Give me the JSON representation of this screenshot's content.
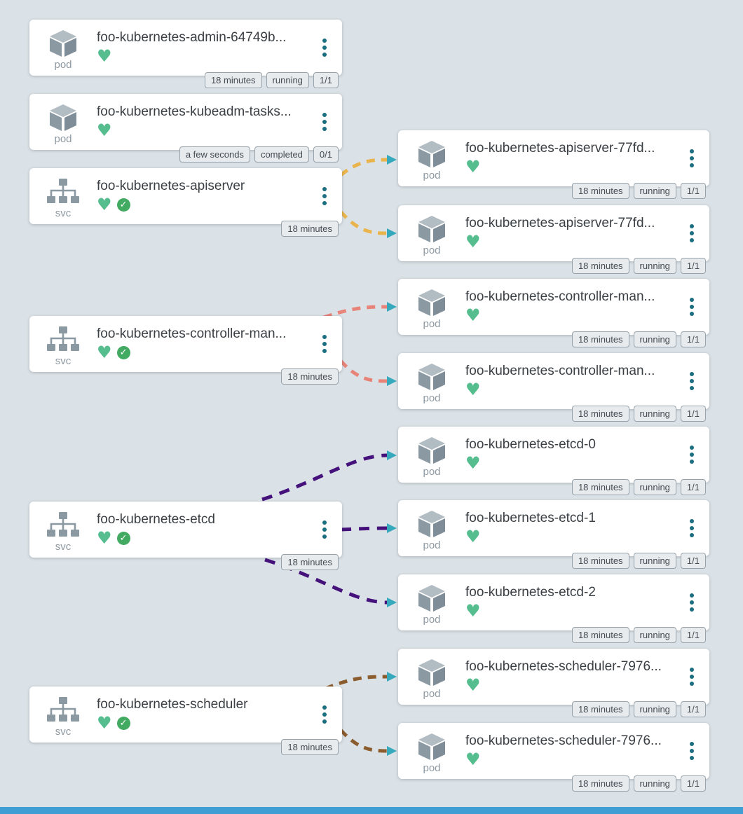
{
  "app": {
    "name": "kubernetes-resource-graph"
  },
  "colors": {
    "background": "#dbe2e7",
    "card": "#ffffff",
    "heart": "#56bd8f",
    "check": "#43aa62",
    "kebab": "#1a6e80",
    "arrow": "#36a9bc",
    "edge_apiserver": "#e9b44c",
    "edge_controller": "#e8837a",
    "edge_etcd": "#45127c",
    "edge_scheduler": "#8a5c2e",
    "bottom_bar": "#3f9fd4"
  },
  "kind_labels": {
    "pod": "pod",
    "svc": "svc"
  },
  "nodes": [
    {
      "id": "admin-pod",
      "kind": "pod",
      "title": "foo-kubernetes-admin-64749b...",
      "health": [
        "heart"
      ],
      "badges": [
        "18 minutes",
        "running",
        "1/1"
      ]
    },
    {
      "id": "kubeadm-pod",
      "kind": "pod",
      "title": "foo-kubernetes-kubeadm-tasks...",
      "health": [
        "heart"
      ],
      "badges": [
        "a few seconds",
        "completed",
        "0/1"
      ]
    },
    {
      "id": "apiserver-svc",
      "kind": "svc",
      "title": "foo-kubernetes-apiserver",
      "health": [
        "heart",
        "check"
      ],
      "badges": [
        "18 minutes"
      ]
    },
    {
      "id": "controller-svc",
      "kind": "svc",
      "title": "foo-kubernetes-controller-man...",
      "health": [
        "heart",
        "check"
      ],
      "badges": [
        "18 minutes"
      ]
    },
    {
      "id": "etcd-svc",
      "kind": "svc",
      "title": "foo-kubernetes-etcd",
      "health": [
        "heart",
        "check"
      ],
      "badges": [
        "18 minutes"
      ]
    },
    {
      "id": "scheduler-svc",
      "kind": "svc",
      "title": "foo-kubernetes-scheduler",
      "health": [
        "heart",
        "check"
      ],
      "badges": [
        "18 minutes"
      ]
    },
    {
      "id": "apiserver-pod-1",
      "kind": "pod",
      "title": "foo-kubernetes-apiserver-77fd...",
      "health": [
        "heart"
      ],
      "badges": [
        "18 minutes",
        "running",
        "1/1"
      ]
    },
    {
      "id": "apiserver-pod-2",
      "kind": "pod",
      "title": "foo-kubernetes-apiserver-77fd...",
      "health": [
        "heart"
      ],
      "badges": [
        "18 minutes",
        "running",
        "1/1"
      ]
    },
    {
      "id": "controller-pod-1",
      "kind": "pod",
      "title": "foo-kubernetes-controller-man...",
      "health": [
        "heart"
      ],
      "badges": [
        "18 minutes",
        "running",
        "1/1"
      ]
    },
    {
      "id": "controller-pod-2",
      "kind": "pod",
      "title": "foo-kubernetes-controller-man...",
      "health": [
        "heart"
      ],
      "badges": [
        "18 minutes",
        "running",
        "1/1"
      ]
    },
    {
      "id": "etcd-pod-0",
      "kind": "pod",
      "title": "foo-kubernetes-etcd-0",
      "health": [
        "heart"
      ],
      "badges": [
        "18 minutes",
        "running",
        "1/1"
      ]
    },
    {
      "id": "etcd-pod-1",
      "kind": "pod",
      "title": "foo-kubernetes-etcd-1",
      "health": [
        "heart"
      ],
      "badges": [
        "18 minutes",
        "running",
        "1/1"
      ]
    },
    {
      "id": "etcd-pod-2",
      "kind": "pod",
      "title": "foo-kubernetes-etcd-2",
      "health": [
        "heart"
      ],
      "badges": [
        "18 minutes",
        "running",
        "1/1"
      ]
    },
    {
      "id": "scheduler-pod-1",
      "kind": "pod",
      "title": "foo-kubernetes-scheduler-7976...",
      "health": [
        "heart"
      ],
      "badges": [
        "18 minutes",
        "running",
        "1/1"
      ]
    },
    {
      "id": "scheduler-pod-2",
      "kind": "pod",
      "title": "foo-kubernetes-scheduler-7976...",
      "health": [
        "heart"
      ],
      "badges": [
        "18 minutes",
        "running",
        "1/1"
      ]
    }
  ],
  "edges": [
    {
      "from": "apiserver-svc",
      "to": "apiserver-pod-1",
      "color": "#e9b44c"
    },
    {
      "from": "apiserver-svc",
      "to": "apiserver-pod-2",
      "color": "#e9b44c"
    },
    {
      "from": "controller-svc",
      "to": "controller-pod-1",
      "color": "#e8837a"
    },
    {
      "from": "controller-svc",
      "to": "controller-pod-2",
      "color": "#e8837a"
    },
    {
      "from": "etcd-svc",
      "to": "etcd-pod-0",
      "color": "#45127c"
    },
    {
      "from": "etcd-svc",
      "to": "etcd-pod-1",
      "color": "#45127c"
    },
    {
      "from": "etcd-svc",
      "to": "etcd-pod-2",
      "color": "#45127c"
    },
    {
      "from": "scheduler-svc",
      "to": "scheduler-pod-1",
      "color": "#8a5c2e"
    },
    {
      "from": "scheduler-svc",
      "to": "scheduler-pod-2",
      "color": "#8a5c2e"
    }
  ]
}
